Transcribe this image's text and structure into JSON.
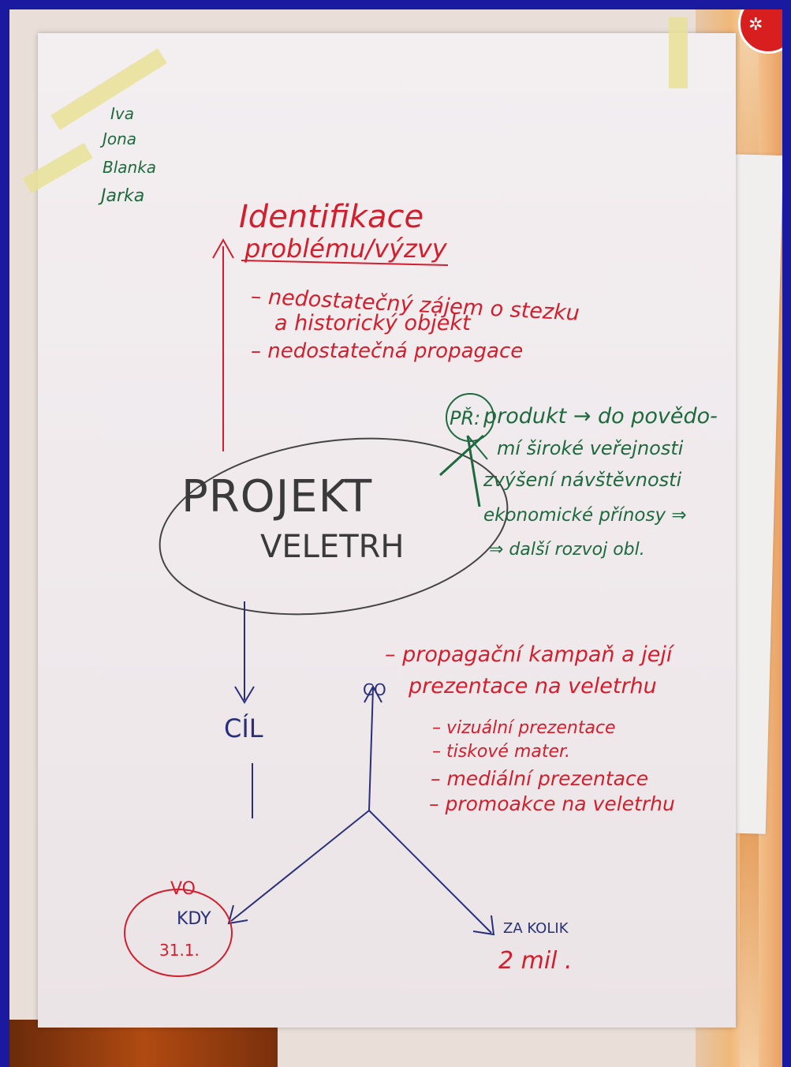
{
  "team_names": [
    "Iva",
    "Jona",
    "Blanka",
    "Jarka"
  ],
  "heading": {
    "line1": "Identifikace",
    "line2": "problému/výzvy"
  },
  "problems": [
    "– nedostatečný zájem o stezku",
    "a historický objekt",
    "– nedostatečná propagace"
  ],
  "center": {
    "line1": "PROJEKT",
    "line2": "VELETRH"
  },
  "benefits_marker": "PŘ:",
  "benefits": [
    "produkt → do povědo-",
    "mí široké veřejnosti",
    "zvýšení návštěvnosti",
    "ekonomické přínosy ⇒",
    "⇒ další rozvoj obl."
  ],
  "goal_label": "CÍL",
  "what": {
    "label": "CO",
    "lines": [
      "– propagační kampaň a její",
      "prezentace na veletrhu"
    ],
    "items": [
      "– vizuální prezentace",
      "– tiskové mater.",
      "– mediální prezentace",
      "– promoakce na veletrhu"
    ]
  },
  "when": {
    "who": "VO",
    "label": "KDY",
    "date": "31.1."
  },
  "cost": {
    "label": "ZA KOLIK",
    "value": "2 mil ."
  },
  "logo_glyph": "✲",
  "colors": {
    "red": "#d21f2e",
    "green": "#1e6a3e",
    "navy": "#2a2f7a",
    "border": "#1a1aa0"
  }
}
